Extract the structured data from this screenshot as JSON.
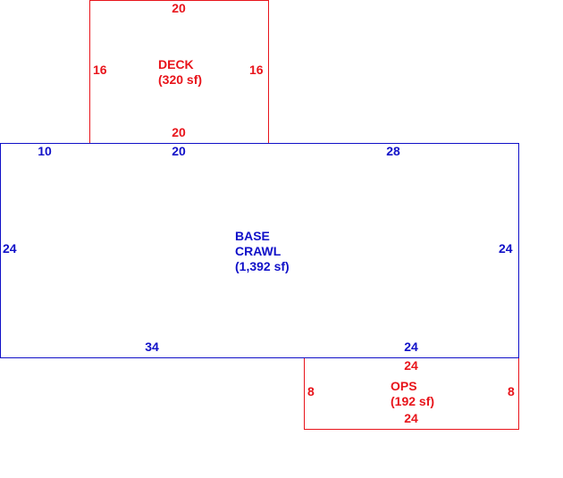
{
  "colors": {
    "deck": "#e8141b",
    "base": "#1010c8",
    "ops": "#e8141b"
  },
  "deck": {
    "name": "DECK",
    "area": "(320 sf)",
    "dims": {
      "top": "20",
      "bottom": "20",
      "left": "16",
      "right": "16"
    }
  },
  "base": {
    "name_line1": "BASE",
    "name_line2": "CRAWL",
    "area": "(1,392 sf)",
    "dims": {
      "top_left": "10",
      "top_mid": "20",
      "top_right": "28",
      "left": "24",
      "right": "24",
      "bottom_left": "34",
      "bottom_right": "24"
    }
  },
  "ops": {
    "name": "OPS",
    "area": "(192 sf)",
    "dims": {
      "top": "24",
      "bottom": "24",
      "left": "8",
      "right": "8"
    }
  }
}
